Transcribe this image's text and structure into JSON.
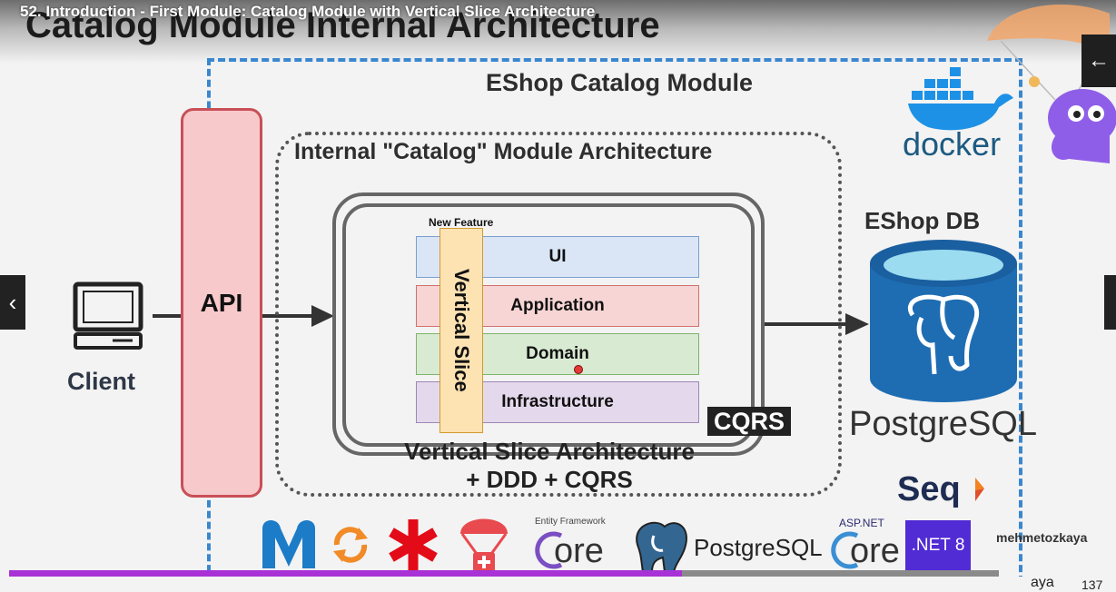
{
  "video": {
    "title": "52. Introduction - First Module: Catalog Module with Vertical Slice Architecture"
  },
  "slide": {
    "title": "Catalog Module Internal Architecture",
    "module_heading": "EShop Catalog Module",
    "internal_heading": "Internal \"Catalog\" Module Architecture",
    "api_label": "API",
    "client_label": "Client",
    "new_feature_label": "New Feature",
    "vertical_slice_label": "Vertical Slice",
    "layers": [
      "UI",
      "Application",
      "Domain",
      "Infrastructure"
    ],
    "cqrs_badge": "CQRS",
    "vsa_line1": "Vertical Slice Architecture",
    "vsa_line2": "+ DDD + CQRS",
    "db_heading": "EShop DB",
    "postgresql_label": "PostgreSQL",
    "docker_label": "docker",
    "seq_label": "Seq",
    "net_label": ".NET 8",
    "ef_label": "Entity Framework",
    "aspnet_label": "ASP.NET",
    "core_label": "ore",
    "watermark": "mehmetozkaya"
  },
  "player": {
    "progress_fraction": 0.68,
    "bottom_text": "aya",
    "page_number": "137",
    "prev_icon": "chevron-left-icon",
    "back_icon": "arrow-left-icon"
  },
  "colors": {
    "accent_border": "#3a87d0",
    "progress": "#a932d6",
    "api_fill": "#f7c9cb",
    "postgres_blue": "#1e6db3",
    "net_purple": "#512bd4"
  }
}
